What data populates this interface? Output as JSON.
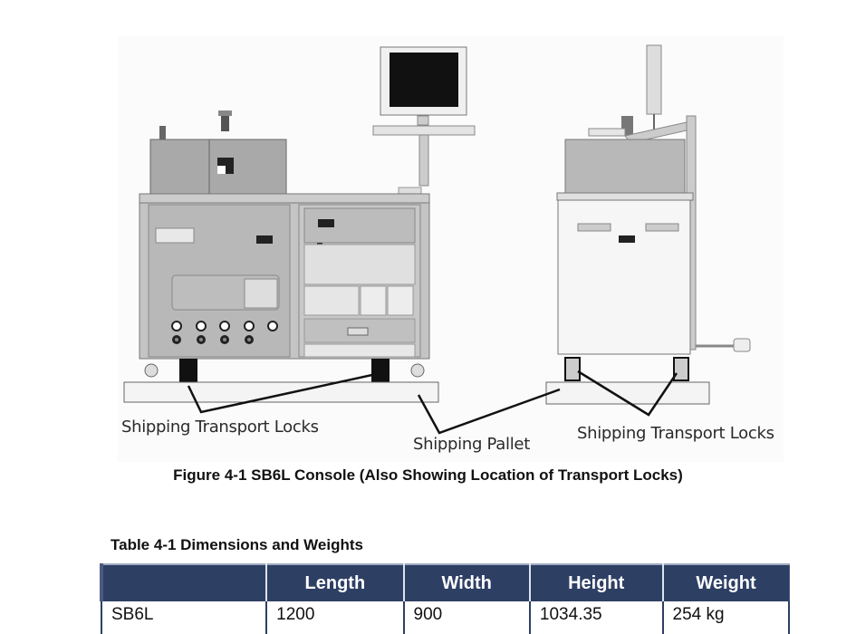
{
  "figure": {
    "callouts": {
      "left_locks": "Shipping Transport Locks",
      "pallet": "Shipping Pallet",
      "right_locks": "Shipping Transport Locks"
    },
    "caption": "Figure 4-1 SB6L Console (Also Showing Location of Transport Locks)"
  },
  "table": {
    "title": "Table 4-1 Dimensions and Weights",
    "headers": [
      "",
      "Length",
      "Width",
      "Height",
      "Weight"
    ],
    "rows": [
      [
        "SB6L",
        "1200",
        "900",
        "1034.35",
        "254 kg"
      ]
    ]
  },
  "colors": {
    "table_header_bg": "#2e3f64",
    "table_header_text": "#ffffff"
  }
}
